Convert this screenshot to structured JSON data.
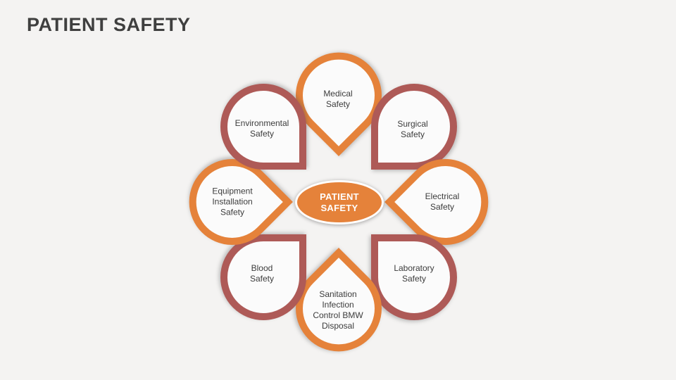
{
  "slide": {
    "title": "PATIENT SAFETY"
  },
  "colors": {
    "orange": "#E5823A",
    "maroon": "#AE5A57",
    "title_text": "#3F3F3F",
    "label_text": "#3C3C3C",
    "petal_fill": "#FBFBFB",
    "background": "#F4F3F2",
    "center_text": "#FFFFFF"
  },
  "center_badge": {
    "fill": "#E5823A",
    "text": "PATIENT\nSAFETY"
  },
  "petals": [
    {
      "id": "medical",
      "position": "top",
      "color": "#E5823A",
      "label": "Medical\nSafety"
    },
    {
      "id": "surgical",
      "position": "top-right",
      "color": "#AE5A57",
      "label": "Surgical\nSafety"
    },
    {
      "id": "electrical",
      "position": "right",
      "color": "#E5823A",
      "label": "Electrical\nSafety"
    },
    {
      "id": "laboratory",
      "position": "bottom-right",
      "color": "#AE5A57",
      "label": "Laboratory\nSafety"
    },
    {
      "id": "sanitation",
      "position": "bottom",
      "color": "#E5823A",
      "label": "Sanitation\nInfection\nControl BMW\nDisposal"
    },
    {
      "id": "blood",
      "position": "bottom-left",
      "color": "#AE5A57",
      "label": "Blood\nSafety"
    },
    {
      "id": "equipment",
      "position": "left",
      "color": "#E5823A",
      "label": "Equipment\nInstallation\nSafety"
    },
    {
      "id": "environmental",
      "position": "top-left",
      "color": "#AE5A57",
      "label": "Environmental\nSafety"
    }
  ]
}
